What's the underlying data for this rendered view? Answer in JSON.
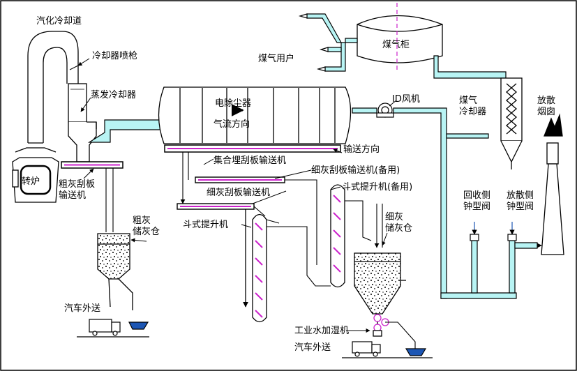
{
  "labels": {
    "vaporization_flue": "汽化冷却道",
    "cooler_spray_gun": "冷却器喷枪",
    "converter": "转炉",
    "evaporative_cooler": "蒸发冷却器",
    "coarse_scraper": "粗灰刮板\n输送机",
    "coarse_silo": "粗灰\n储灰仓",
    "truck_out_left": "汽车外送",
    "esp": "电除尘器",
    "gas_flow": "气流方向",
    "transport_dir": "输送方向",
    "collect_scraper": "集合埋刮板输送机",
    "fine_scraper_spare": "细灰刮板输送机(备用)",
    "fine_scraper": "细灰刮板输送机",
    "bucket_spare": "斗式提升机(备用)",
    "bucket": "斗式提升机",
    "fine_silo": "细灰\n储灰仓",
    "water_humidifier": "工业水加湿机",
    "truck_out_right": "汽车外送",
    "gas_holder": "煤气柜",
    "gas_users": "煤气用户",
    "id_fan": "ID风机",
    "gas_cooler": "煤气\n冷却器",
    "flare_stack": "放散\n烟囱",
    "recovery_valve": "回收侧\n钟型阀",
    "release_valve": "放散侧\n钟型阀"
  },
  "colors": {
    "cyan_pipe": "#b8f4f4",
    "magenta": "#cc22cc",
    "line": "#000000",
    "red": "#d81b1b"
  }
}
